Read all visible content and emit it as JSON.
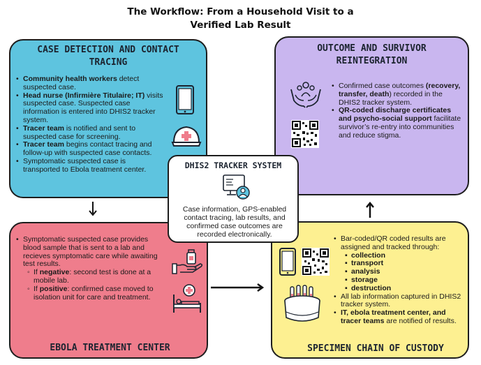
{
  "title_line1": "The Workflow: From a Household Visit to a",
  "title_line2": "Verified Lab Result",
  "case_detection": {
    "title_line1": "CASE DETECTION AND CONTACT",
    "title_line2": "TRACING",
    "items": [
      {
        "bold": "Community health workers",
        "text": " detect suspected case."
      },
      {
        "bold": "Head nurse (Infirmière Titulaire; IT)",
        "text": " visits suspected case. Suspected case information is entered into DHIS2 tracker system."
      },
      {
        "bold": "Tracer team",
        "text": " is notified and sent to suspected case for screening."
      },
      {
        "bold": "Tracer team",
        "text": " begins contact tracing and follow-up with suspected case contacts."
      },
      {
        "bold": "",
        "text": "Symptomatic suspected case is transported to Ebola treatment center."
      }
    ],
    "icons": [
      "tablet-icon",
      "nurse-cap-icon"
    ]
  },
  "outcome": {
    "title_line1": "OUTCOME AND SURVIVOR",
    "title_line2": "REINTEGRATION",
    "item1_pre": "Confirmed case outcomes ",
    "item1_bold": "(recovery, transfer, death",
    "item1_post": ") recorded in the DHIS2 tracker system.",
    "item2_bold": "QR-coded discharge certificates and psycho-social support",
    "item2_post": " facilitate survivor’s re-entry into communities and reduce stigma.",
    "icons": [
      "caring-hands-icon",
      "qr-code-icon"
    ]
  },
  "ebola_center": {
    "title": "EBOLA TREATMENT CENTER",
    "item": "Symptomatic suspected case provides blood sample that is sent to a lab and recieves symptomatic care while awaiting test results.",
    "sub1_pre": "If ",
    "sub1_bold": "negative",
    "sub1_post": ": second test is done at a mobile lab.",
    "sub2_pre": "If ",
    "sub2_bold": "positive",
    "sub2_post": ": confirmed case moved to isolation unit for care and treatment.",
    "icons": [
      "hand-vaccine-icon",
      "hospital-bed-icon"
    ]
  },
  "specimen": {
    "title": "SPECIMEN CHAIN OF CUSTODY",
    "item1": "Bar-coded/QR coded results are assigned and tracked through:",
    "stages": [
      "collection",
      "transport",
      "analysis",
      "storage",
      "destruction"
    ],
    "item2": "All lab information captured in DHIS2 tracker system.",
    "item3_bold": "IT, ebola treatment center, and tracer teams",
    "item3_post": " are notified of results.",
    "icons": [
      "tablet-icon",
      "qr-code-icon",
      "centrifuge-icon"
    ]
  },
  "tracker": {
    "title": "DHIS2 TRACKER SYSTEM",
    "text": "Case information, GPS-enabled contact tracing, lab results, and confirmed case outcomes are recorded electronically.",
    "icon": "computer-user-icon"
  },
  "colors": {
    "case_detection": "#5ec4df",
    "outcome": "#c9b6ef",
    "ebola_center": "#ef7d8c",
    "specimen": "#fdf091"
  }
}
